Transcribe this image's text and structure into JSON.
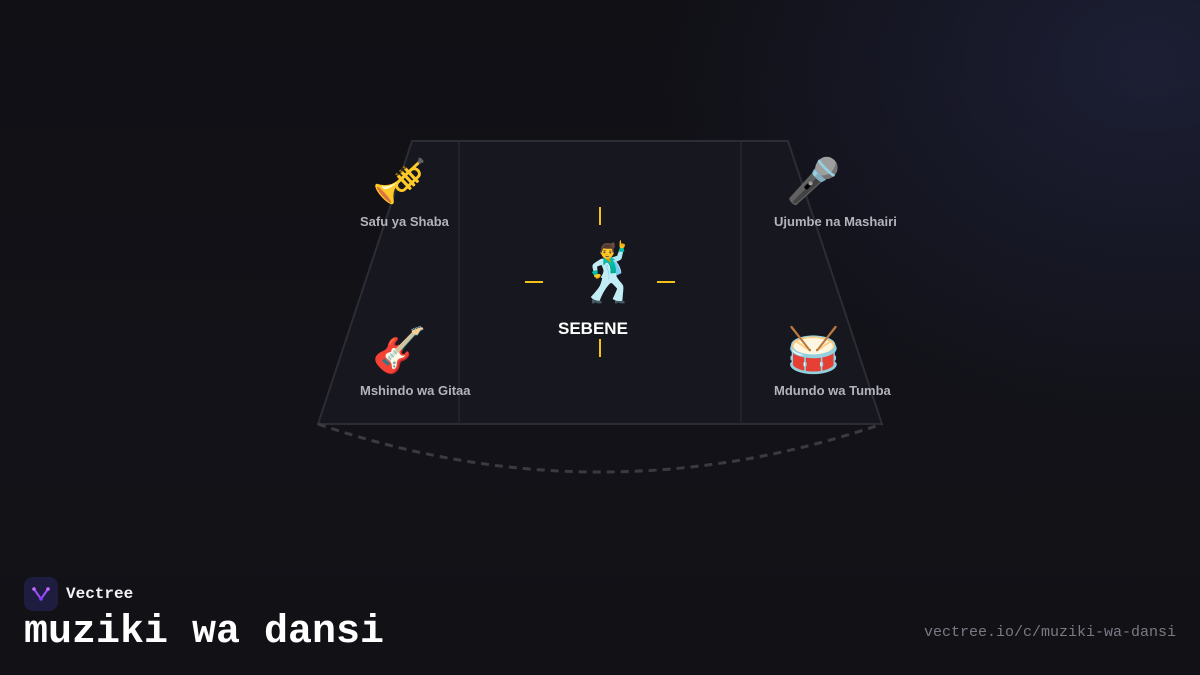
{
  "diagram": {
    "center": {
      "icon": "dancer-icon",
      "emoji": "🕺",
      "label": "SEBENE"
    },
    "positions": [
      {
        "id": "top-left",
        "icon": "trumpet-icon",
        "emoji": "🎺",
        "label": "Safu ya Shaba"
      },
      {
        "id": "top-right",
        "icon": "microphone-icon",
        "emoji": "🎤",
        "label": "Ujumbe na Mashairi"
      },
      {
        "id": "bottom-left",
        "icon": "guitar-icon",
        "emoji": "🎸",
        "label": "Mshindo wa Gitaa"
      },
      {
        "id": "bottom-right",
        "icon": "drum-icon",
        "emoji": "🥁",
        "label": "Mdundo wa Tumba"
      }
    ],
    "accent_color": "#f2c21b",
    "stage_fill": "#17171f",
    "stage_stroke": "#2c2c34"
  },
  "footer": {
    "brand_name": "Vectree",
    "brand_icon": "vectree-logo-icon",
    "title": "muziki wa dansi",
    "url": "vectree.io/c/muziki-wa-dansi"
  }
}
